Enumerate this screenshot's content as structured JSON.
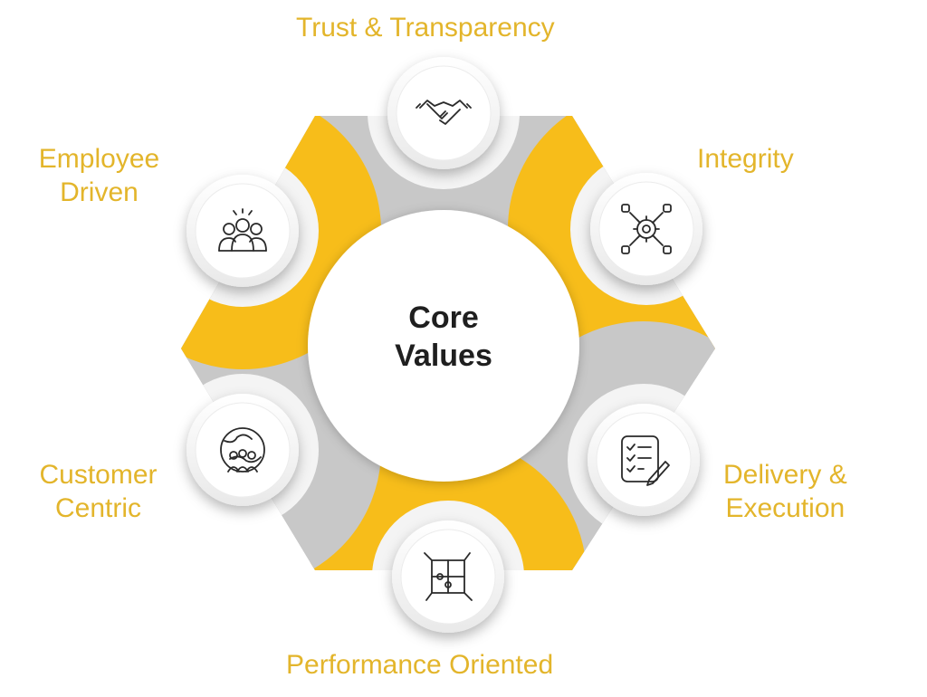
{
  "center": {
    "line1": "Core",
    "line2": "Values"
  },
  "values": [
    {
      "id": "trust",
      "lines": [
        "Trust & Transparency"
      ],
      "icon": "handshake-icon"
    },
    {
      "id": "integrity",
      "lines": [
        "Integrity"
      ],
      "icon": "gear-network-icon"
    },
    {
      "id": "delivery",
      "lines": [
        "Delivery &",
        "Execution"
      ],
      "icon": "checklist-icon"
    },
    {
      "id": "performance",
      "lines": [
        "Performance Oriented"
      ],
      "icon": "puzzle-icon"
    },
    {
      "id": "customer",
      "lines": [
        "Customer",
        "Centric"
      ],
      "icon": "globe-people-icon"
    },
    {
      "id": "employee",
      "lines": [
        "Employee",
        "Driven"
      ],
      "icon": "team-icon"
    }
  ],
  "colors": {
    "accent": "#f7bd1a",
    "accent_dark": "#c99300",
    "grey": "#c8c8c8",
    "grey_dark": "#8f8f8f",
    "label": "#e3b52b",
    "title": "#1f1f1f",
    "icon_stroke": "#2a2a2a"
  }
}
